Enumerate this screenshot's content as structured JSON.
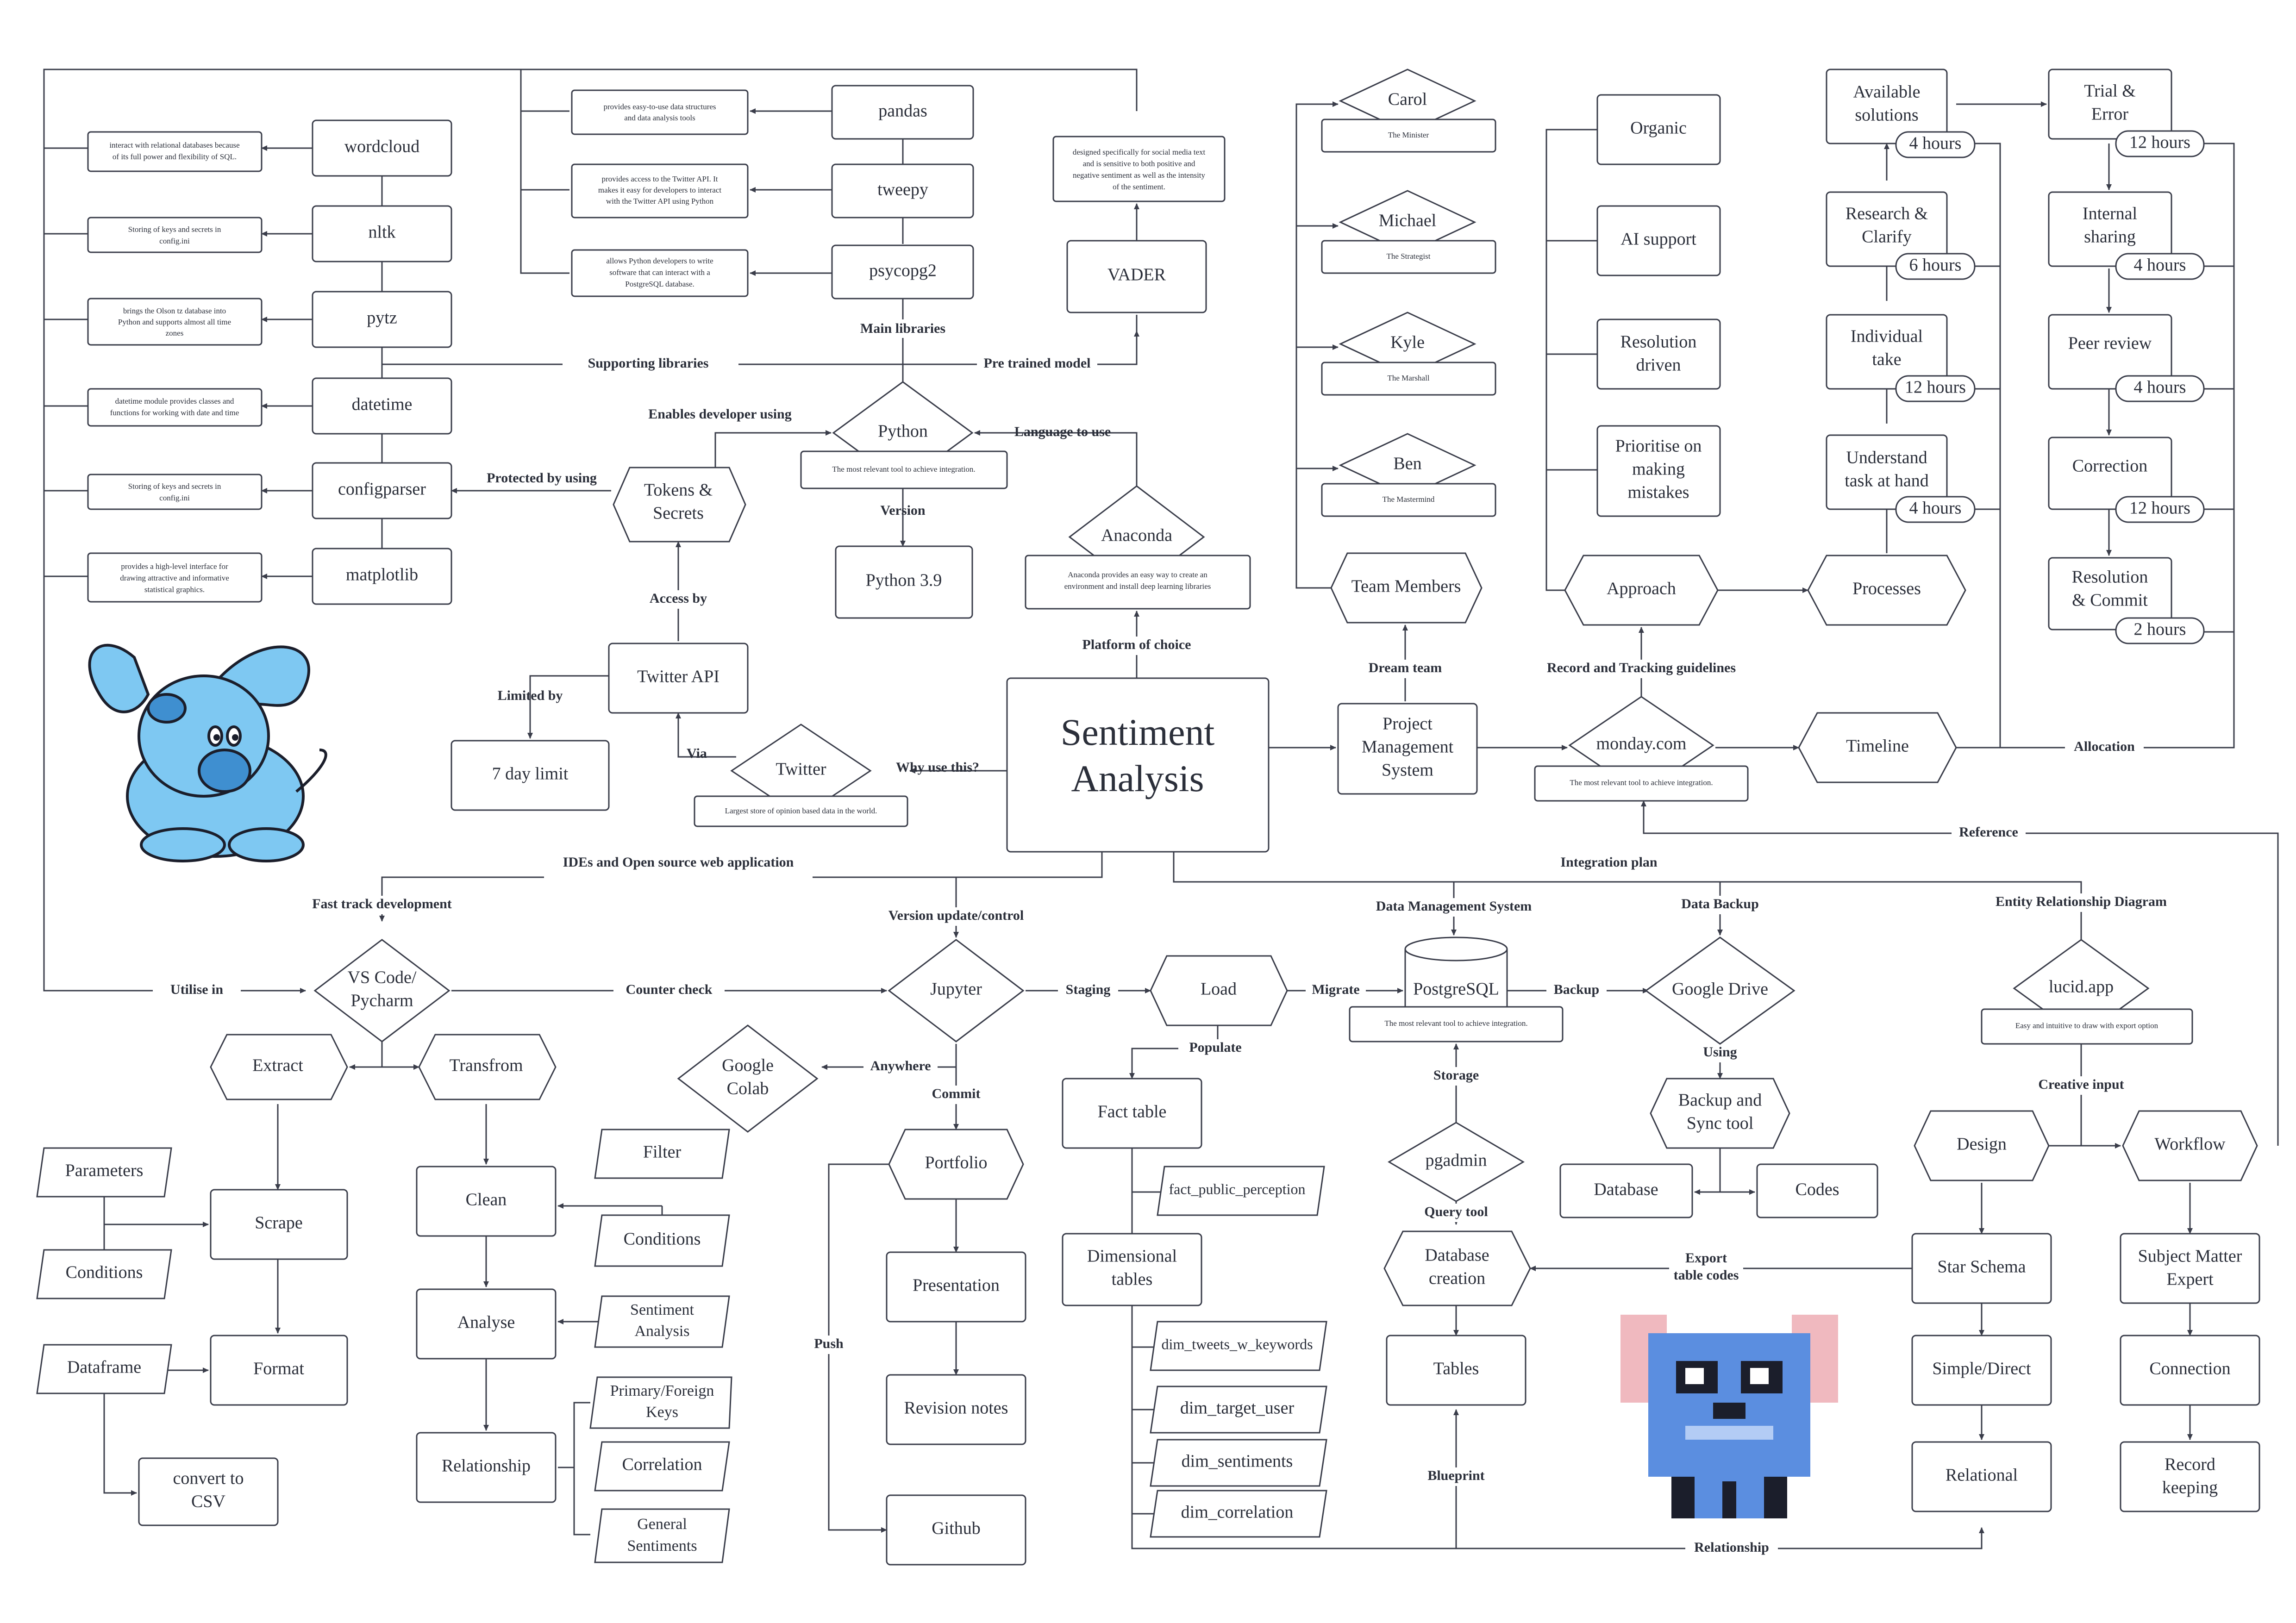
{
  "central": {
    "line1": "Sentiment",
    "line2": "Analysis"
  },
  "libraries": {
    "main_label": "Main libraries",
    "supporting_label": "Supporting libraries",
    "pretrained_label": "Pre trained model",
    "main": [
      {
        "name": "pandas",
        "note": [
          "provides easy-to-use data structures",
          "and data analysis tools"
        ]
      },
      {
        "name": "tweepy",
        "note": [
          "provides access to the Twitter API. It",
          "makes it easy for developers to interact",
          "with the Twitter API using Python"
        ]
      },
      {
        "name": "psycopg2",
        "note": [
          "allows Python developers to write",
          "software that can interact with a",
          "PostgreSQL database."
        ]
      }
    ],
    "supporting": [
      {
        "name": "wordcloud",
        "note": [
          "interact with relational databases because",
          "of its full power and flexibility of SQL."
        ]
      },
      {
        "name": "nltk",
        "note": [
          "Storing of keys and secrets in",
          "config.ini"
        ]
      },
      {
        "name": "pytz",
        "note": [
          "brings the Olson tz database into",
          "Python and supports almost all time",
          "zones"
        ]
      },
      {
        "name": "datetime",
        "note": [
          "datetime module provides classes and",
          "functions for working with date and time"
        ]
      },
      {
        "name": "configparser",
        "note": [
          "Storing of keys and secrets in",
          "config.ini"
        ]
      },
      {
        "name": "matplotlib",
        "note": [
          "provides a high-level interface for",
          "drawing attractive and informative",
          "statistical graphics."
        ]
      }
    ],
    "vader": {
      "name": "VADER",
      "note": [
        "designed specifically for social media text",
        "and is sensitive to both positive and",
        "negative sentiment as well as the intensity",
        "of the sentiment."
      ]
    }
  },
  "python": {
    "name": "Python",
    "note": "The most relevant tool to achieve integration.",
    "version_label": "Version",
    "version": "Python 3.9",
    "enables_label": "Enables developer using",
    "language_label": "Language to use"
  },
  "tokens": {
    "line1": "Tokens &",
    "line2": "Secrets",
    "protected_label": "Protected by using",
    "access_label": "Access by"
  },
  "twitter_api": {
    "name": "Twitter API",
    "limited_label": "Limited by",
    "limit": "7 day limit",
    "via_label": "Via"
  },
  "twitter": {
    "name": "Twitter",
    "note": "Largest store of opinion based data in the world.",
    "why_label": "Why use this?"
  },
  "anaconda": {
    "name": "Anaconda",
    "note": [
      "Anaconda provides an easy way to create an",
      "environment and install deep learning libraries"
    ],
    "platform_label": "Platform of choice"
  },
  "team": {
    "members": [
      {
        "name": "Carol",
        "role": "The Minister"
      },
      {
        "name": "Michael",
        "role": "The Strategist"
      },
      {
        "name": "Kyle",
        "role": "The Marshall"
      },
      {
        "name": "Ben",
        "role": "The Mastermind"
      }
    ],
    "node": "Team Members",
    "dream_label": "Dream team"
  },
  "pms": {
    "line1": "Project",
    "line2": "Management",
    "line3": "System"
  },
  "approach": {
    "node": "Approach",
    "items": [
      [
        "Organic"
      ],
      [
        "AI support"
      ],
      [
        "Resolution",
        "driven"
      ],
      [
        "Prioritise on",
        "making",
        "mistakes"
      ]
    ],
    "record_label": "Record and Tracking guidelines"
  },
  "monday": {
    "name": "monday.com",
    "note": "The most relevant tool to achieve integration."
  },
  "processes": {
    "node": "Processes",
    "steps": [
      {
        "text": [
          "Available",
          "solutions"
        ],
        "hours": "4 hours"
      },
      {
        "text": [
          "Research &",
          "Clarify"
        ],
        "hours": "6 hours"
      },
      {
        "text": [
          "Individual",
          "take"
        ],
        "hours": "12 hours"
      },
      {
        "text": [
          "Understand",
          "task at hand"
        ],
        "hours": "4 hours"
      }
    ]
  },
  "timeline": {
    "node": "Timeline",
    "allocation_label": "Allocation",
    "steps": [
      {
        "text": [
          "Trial &",
          "Error"
        ],
        "hours": "12 hours"
      },
      {
        "text": [
          "Internal",
          "sharing"
        ],
        "hours": "4 hours"
      },
      {
        "text": [
          "Peer review"
        ],
        "hours": "4 hours"
      },
      {
        "text": [
          "Correction"
        ],
        "hours": "12 hours"
      },
      {
        "text": [
          "Resolution",
          "& Commit"
        ],
        "hours": "2 hours"
      }
    ]
  },
  "edges": {
    "ides": "IDEs and Open source web application",
    "integration": "Integration  plan",
    "reference": "Reference",
    "fast_track": "Fast track development",
    "version_control": "Version update/control",
    "dms": "Data Management System",
    "backup_top": "Data Backup",
    "erd": "Entity Relationship Diagram",
    "utilise": "Utilise in",
    "counter": "Counter check",
    "staging": "Staging",
    "migrate": "Migrate",
    "backup": "Backup",
    "anywhere": "Anywhere",
    "commit": "Commit",
    "populate": "Populate",
    "storage": "Storage",
    "using": "Using",
    "creative": "Creative input",
    "push": "Push",
    "query": "Query tool",
    "export1": "Export",
    "export2": "table codes",
    "blueprint": "Blueprint",
    "relationship": "Relationship"
  },
  "ide": {
    "line1": "VS Code/",
    "line2": "Pycharm"
  },
  "etl": {
    "extract": "Extract",
    "transform": "Transfrom",
    "scrape": "Scrape",
    "format": "Format",
    "parameters": "Parameters",
    "conditions": "Conditions",
    "dataframe": "Dataframe",
    "csv": [
      "convert to",
      "CSV"
    ],
    "clean": "Clean",
    "filter": "Filter",
    "conditions2": "Conditions",
    "analyse": "Analyse",
    "sentiment": [
      "Sentiment",
      "Analysis"
    ],
    "relationship": "Relationship",
    "pk": [
      "Primary/Foreign",
      "Keys"
    ],
    "correlation": "Correlation",
    "general": [
      "General",
      "Sentiments"
    ]
  },
  "jupyter": {
    "name": "Jupyter",
    "colab": [
      "Google",
      "Colab"
    ],
    "portfolio": "Portfolio",
    "presentation": "Presentation",
    "revision": "Revision notes",
    "github": "Github"
  },
  "load": {
    "name": "Load",
    "fact": "Fact table",
    "fact_items": [
      "fact_public_perception"
    ],
    "dim": [
      "Dimensional",
      "tables"
    ],
    "dim_items": [
      "dim_tweets_w_keywords",
      "dim_target_user",
      "dim_sentiments",
      "dim_correlation"
    ]
  },
  "postgres": {
    "name": "PostgreSQL",
    "note": "The most relevant tool to achieve integration.",
    "pgadmin": "pgadmin",
    "dbcreate": [
      "Database",
      "creation"
    ],
    "tables": "Tables"
  },
  "gdrive": {
    "name": "Google Drive",
    "sync": [
      "Backup and",
      "Sync tool"
    ],
    "database": "Database",
    "codes": "Codes"
  },
  "lucid": {
    "name": "lucid.app",
    "note": "Easy and intuitive to draw with export option",
    "design": "Design",
    "workflow": "Workflow",
    "star": "Star Schema",
    "simple": "Simple/Direct",
    "relational": "Relational",
    "sme": [
      "Subject Matter",
      "Expert"
    ],
    "connection": "Connection",
    "record": [
      "Record",
      "keeping"
    ]
  },
  "colors": {
    "stroke": "#3a3d4a",
    "dog_blue": "#7ec8f2",
    "dog_dark": "#3f8fd0",
    "stitch_blue": "#5b8ee0",
    "stitch_pink": "#f0b9bf",
    "stitch_dark": "#1b1e2b"
  }
}
